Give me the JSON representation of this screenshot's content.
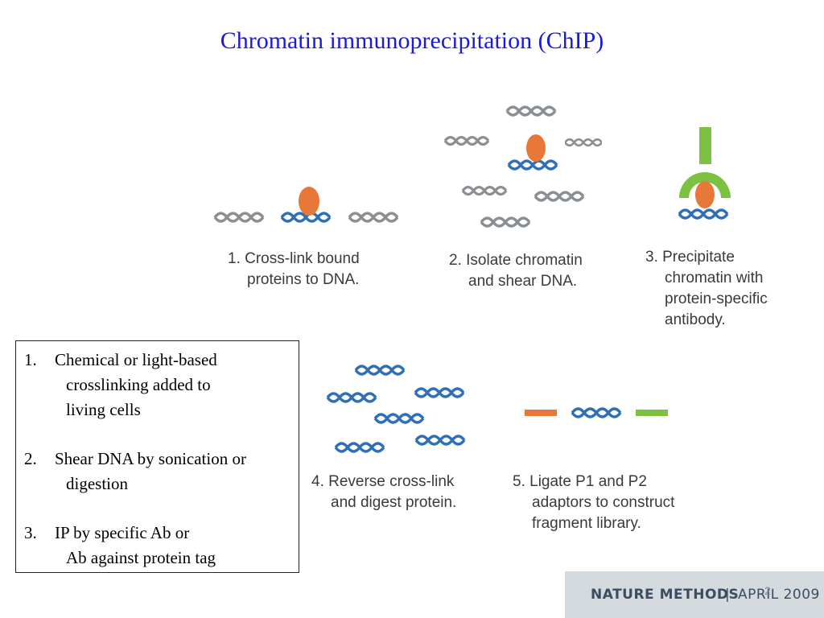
{
  "title": "Chromatin immunoprecipitation (ChIP)",
  "steps": [
    {
      "line1": "1. Cross-link bound",
      "line2": "proteins to DNA."
    },
    {
      "line1": "2. Isolate chromatin",
      "line2": "and shear DNA."
    },
    {
      "line1": "3. Precipitate",
      "line2": "chromatin with",
      "line3": "protein-specific",
      "line4": "antibody."
    },
    {
      "line1": "4. Reverse cross-link",
      "line2": "and digest protein."
    },
    {
      "line1": "5. Ligate P1 and P2",
      "line2": "adaptors to construct",
      "line3": "fragment library."
    }
  ],
  "notes": [
    {
      "num": "1.",
      "line1": "Chemical or light-based",
      "line2": "crosslinking added to",
      "line3": "living cells"
    },
    {
      "num": "2.",
      "line1": "Shear DNA by sonication or",
      "line2": "digestion"
    },
    {
      "num": "3.",
      "line1": "IP by specific Ab or",
      "line2": "Ab against protein tag"
    }
  ],
  "footer": {
    "journal": "NATURE METHODS",
    "separator": "|",
    "date": "APRIL 2009",
    "page_number": "2"
  },
  "colors": {
    "title": "#1a1adc",
    "dna_gray": "#8a8f94",
    "dna_blue": "#2e6fb8",
    "protein": "#e8773a",
    "antibody": "#7dc142",
    "adaptor_p1": "#e8773a",
    "adaptor_p2": "#7dc142"
  }
}
